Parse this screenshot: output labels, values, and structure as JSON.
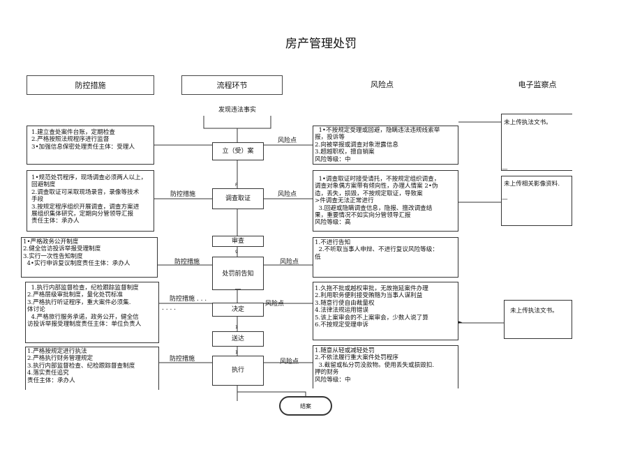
{
  "title": "房产管理处罚",
  "headers": {
    "col1": "防控措施",
    "col2": "流程环节",
    "col3": "风险点",
    "col4": "电子监察点"
  },
  "flow": {
    "start": "发现违法事实",
    "register": "立（受）案",
    "investigate": "调查取证",
    "review": "审查",
    "notice": "处罚前告知",
    "notice_dash": "—",
    "decide": "决定",
    "deliver": "送达",
    "execute": "执行",
    "end": "结案",
    "marks": {
      "f": "F",
      "nine": "9",
      "one_a": "1",
      "one_b": "1"
    }
  },
  "labels": {
    "risk1": "风险点",
    "prevent2": "防控措施",
    "risk2": "风险点",
    "prevent3": "防控措施",
    "risk3": "风险点",
    "prevent4": "防控措施 . . .",
    "dots4": ". . . .",
    "risk4": "风险点",
    "prevent5": "防控措施",
    "risk5": "风险点",
    "arrow_mark": "►"
  },
  "measures": [
    "1.建立查处案件台账，定期检查\n2.严格按照法规程序进行监督\n3•加强信息保密处理责任主体：受理人",
    "1•规范处罚程序，现场调查必须两人以上，\n回避制度\n2.调查取证可采取现场录音，录像等技术\n手段\n3.按规定程序组织开展调查，调查方案进\n展组织集体研究，定期向分管领导汇报\n责任主体：承办人",
    "1•严格政务公开制度\n2.健全信访投诉举报受理制度\n3.实行一次性告知制度\n  4•实行申诉复议制度责任主体：承办人",
    "  1.执行内部监督检查，纪检跟踪监督制度\n2.严格层级审批制度，量化处罚标准\n3.严格执行听证程序，重大案件必须集.\n体讨论\n  4.严格旅行服务承诺，政务公开，健全信\n访投诉举报受理制度责任主体：单位负责人",
    "1.严格按规定进行执法\n2.严格执行财务管理规定\n3.执行内部监督检查、纪检跟踪督查制度\n4.落实责任追究\n责任主体：承办人"
  ],
  "risks": [
    "  1•不按规定受理或回避，隐瞒违法违规线索举\n报，投诉等\n2.向被举报或调查对象泄露信息\n3.超越职权，擅自销案\n风险等级：中",
    "  1•调查取证时接受请托，不按规定组织调查，\n调查对象偶方案带有倾向性，办理人情案 2•伪\n造，丢失，损毁，不按规定取证，导致案\n>件调查无法正常进行\n  3.回避或隐瞒调查信息，隐报、擅改调查结\n果，重要情况不如实向分管领导汇报\n风险等级：高",
    "1.不进行告知\n  2.不听取当事人申辩、不进行复议风险等级：\n低",
    "1.久拖不批或越权审批，无故拖延案件办理\n2.利用职务便利接受贿赂为当事人谋利益\n3.随意行使自由裁量权\n4.法律法规运用错误\n5.该上案审会的不上案审会，少数人说了算\n6.不按规定受理申诉",
    "1.随意从轻或减轻处罚\n2.不依法履行重大案件处罚程序\n  3.截留或私分罚没款物。使用丢失或损毁扣.\n押的财务\n风险等级：中"
  ],
  "monitors": [
    "未上传执法文书。",
    "未上传相关影像资料.",
    "未上传执法文书。"
  ],
  "monitor_dashes": [
    "—",
    "—"
  ]
}
